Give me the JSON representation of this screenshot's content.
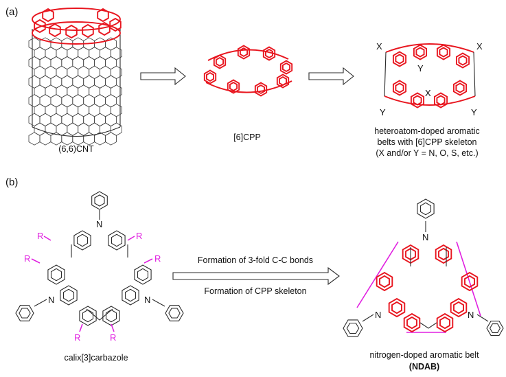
{
  "panel_a": {
    "label": "(a)",
    "cnt": {
      "label": "(6,6)CNT"
    },
    "cpp": {
      "label": "[6]CPP"
    },
    "belt": {
      "atom_x": "X",
      "atom_y": "Y",
      "caption_line1": "heteroatom-doped aromatic",
      "caption_line2": "belts with [6]CPP skeleton",
      "caption_line3": "(X and/or Y = N, O, S, etc.)"
    }
  },
  "panel_b": {
    "label": "(b)",
    "calix": {
      "atom_n": "N",
      "substituent": "R",
      "label": "calix[3]carbazole"
    },
    "arrow": {
      "line1": "Formation of 3-fold C-C bonds",
      "line2": "Formation of CPP skeleton"
    },
    "ndab": {
      "atom_n": "N",
      "caption": "nitrogen-doped aromatic belt",
      "abbr": "(NDAB)"
    }
  },
  "colors": {
    "highlight": "#e8161f",
    "substituent": "#e020e0",
    "bond": "#2b2b2b"
  }
}
